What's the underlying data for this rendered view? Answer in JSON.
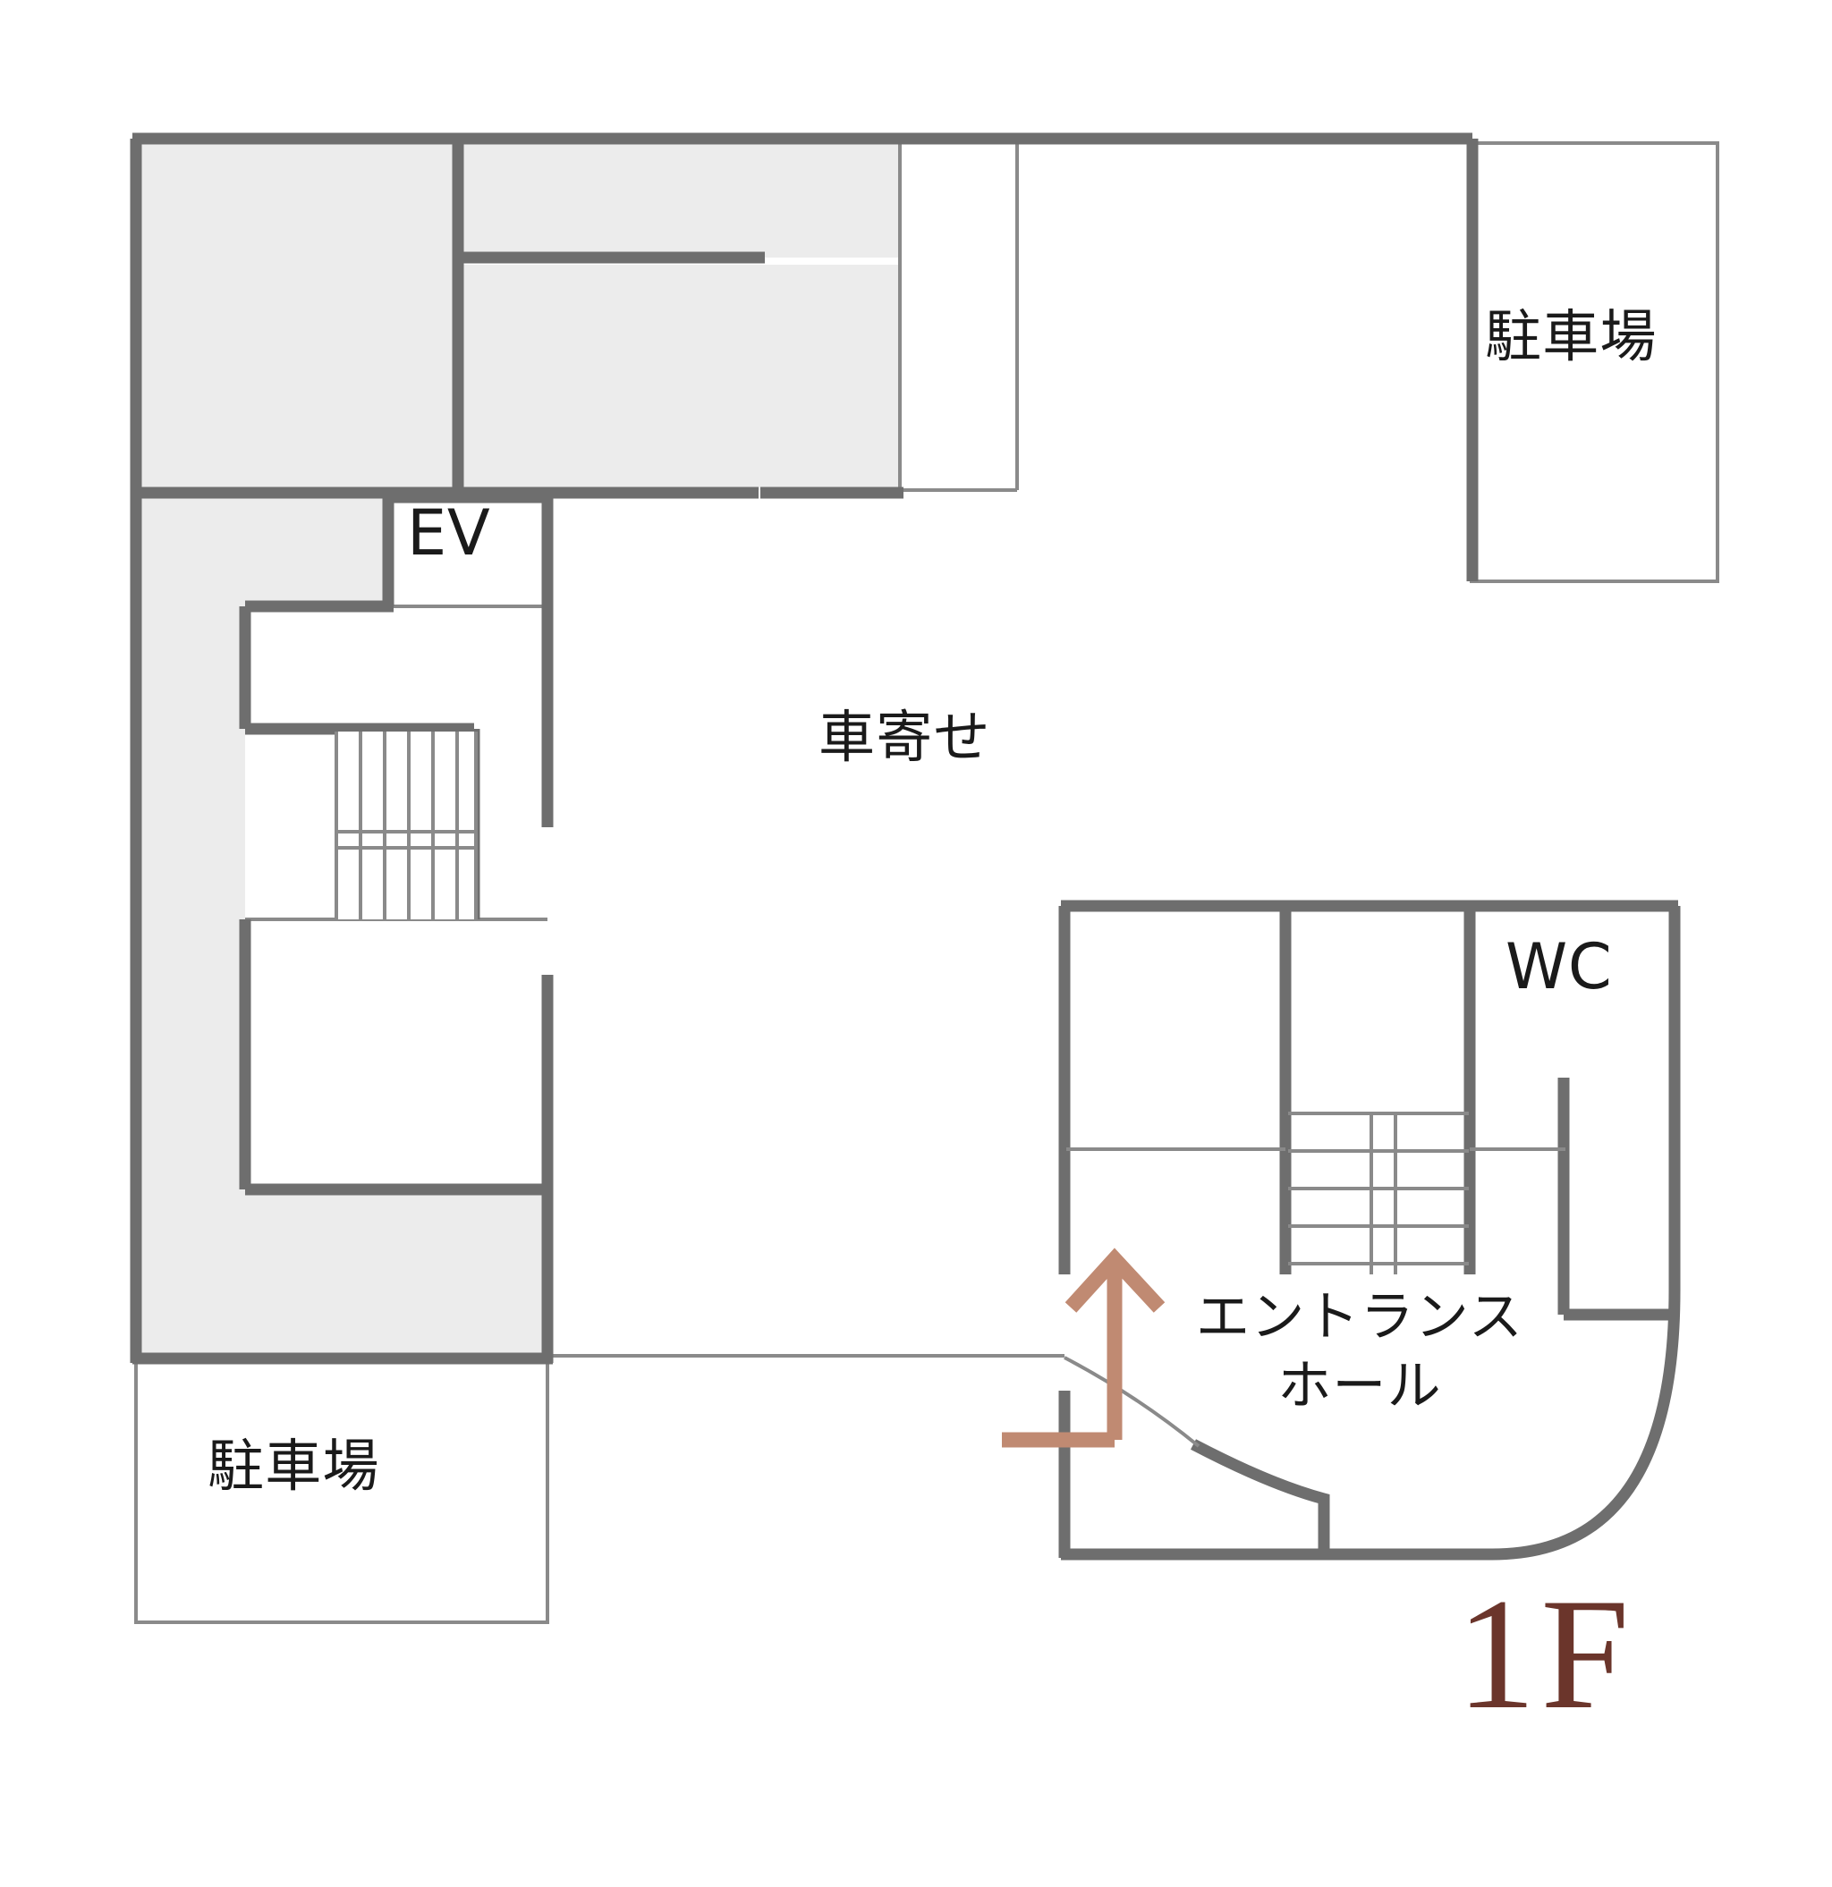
{
  "document": {
    "type": "architectural-floor-plan",
    "floor_badge": "1F",
    "floor_badge_color": "#6b352b",
    "background_color": "#ffffff"
  },
  "palette": {
    "wall_thick": "#6e6e6e",
    "wall_thin": "#7a7a7a",
    "room_fill_gray": "#ececec",
    "room_fill_white": "#ffffff",
    "arrow": "#c08a72",
    "label_text": "#1a1a1a",
    "badge_text": "#6b352b"
  },
  "rooms": [
    {
      "id": "parking-top-right",
      "label": "駐車場",
      "fill": "#ffffff"
    },
    {
      "id": "parking-bottom-left",
      "label": "駐車場",
      "fill": "#ffffff"
    },
    {
      "id": "car-porch",
      "label": "車寄せ",
      "fill": "#ffffff"
    },
    {
      "id": "elevator",
      "label": "EV",
      "fill": "#ffffff"
    },
    {
      "id": "toilet",
      "label": "WC",
      "fill": "#ffffff"
    },
    {
      "id": "entrance-hall",
      "label": "エントランス\nホール",
      "fill": "#ffffff"
    }
  ],
  "labels": {
    "parking_top": "駐車場",
    "parking_bottom": "駐車場",
    "car_porch": "車寄せ",
    "elevator": "EV",
    "toilet": "WC",
    "entrance_hall_line1": "エントランス",
    "entrance_hall_line2": "ホール",
    "floor": "1F"
  },
  "annotations": {
    "approach_arrow": {
      "name": "entrance-approach-arrow",
      "color": "#c08a72",
      "direction": "up",
      "description": "L-shaped approach arrow pointing to the entrance"
    }
  },
  "features": [
    {
      "name": "stair-west",
      "type": "staircase",
      "orientation": "vertical-treads"
    },
    {
      "name": "stair-east",
      "type": "staircase",
      "orientation": "horizontal-treads"
    },
    {
      "name": "entrance-door-sweep",
      "type": "curved-door-swing"
    },
    {
      "name": "rounded-corner-southeast",
      "type": "rounded-wall-corner"
    }
  ]
}
